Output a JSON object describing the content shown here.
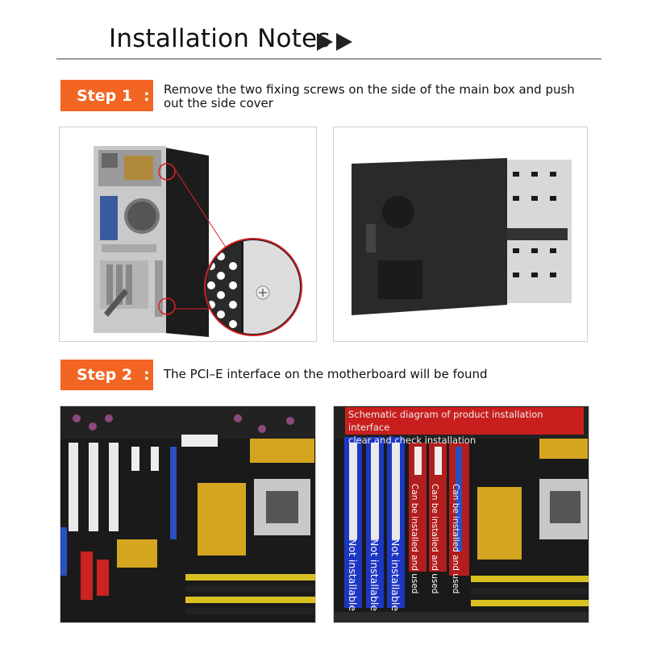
{
  "header": {
    "title": "Installation Notes"
  },
  "step1": {
    "label": "Step 1",
    "colon": ":",
    "desc_line1": "Remove the two fixing screws on the side of the main box and push",
    "desc_line2": "out the side cover"
  },
  "step2": {
    "label": "Step 2",
    "colon": ":",
    "desc": "The PCI–E interface on the motherboard will be found"
  },
  "schematic": {
    "title_line1": "Schematic diagram of product installation interface",
    "title_line2": "clear and check installation",
    "not_installable": "Not installable",
    "can_install": "Can be installed and used"
  },
  "colors": {
    "accent": "#f26522",
    "rule": "#9a9a9a",
    "red_overlay": "#d81e1e",
    "blue_overlay": "#1f3de0"
  }
}
